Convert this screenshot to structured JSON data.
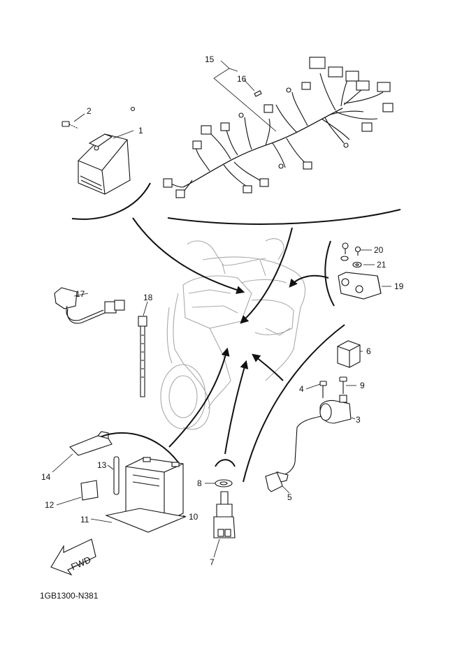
{
  "diagram": {
    "drawing_code": "1GB1300-N381",
    "fwd_label": "FWD",
    "callouts": [
      {
        "id": "c1",
        "text": "1"
      },
      {
        "id": "c2",
        "text": "2"
      },
      {
        "id": "c3",
        "text": "3"
      },
      {
        "id": "c4",
        "text": "4"
      },
      {
        "id": "c5",
        "text": "5"
      },
      {
        "id": "c6",
        "text": "6"
      },
      {
        "id": "c7",
        "text": "7"
      },
      {
        "id": "c8",
        "text": "8"
      },
      {
        "id": "c9",
        "text": "9"
      },
      {
        "id": "c10",
        "text": "10"
      },
      {
        "id": "c11",
        "text": "11"
      },
      {
        "id": "c12",
        "text": "12"
      },
      {
        "id": "c13",
        "text": "13"
      },
      {
        "id": "c14",
        "text": "14"
      },
      {
        "id": "c15",
        "text": "15"
      },
      {
        "id": "c16",
        "text": "16"
      },
      {
        "id": "c17",
        "text": "17"
      },
      {
        "id": "c18",
        "text": "18"
      },
      {
        "id": "c19",
        "text": "19"
      },
      {
        "id": "c20",
        "text": "20"
      },
      {
        "id": "c21",
        "text": "21"
      }
    ]
  }
}
